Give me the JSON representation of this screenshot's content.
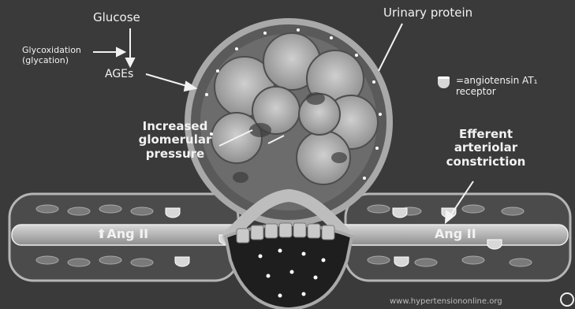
{
  "labels": {
    "glucose": "Glucose",
    "glycoxidation_line1": "Glycoxidation",
    "glycoxidation_line2": "(glycation)",
    "ages": "AGEs",
    "urinary_protein": "Urinary protein",
    "increased_pressure_line1": "Increased",
    "increased_pressure_line2": "glomerular",
    "increased_pressure_line3": "pressure",
    "efferent_line1": "Efferent",
    "efferent_line2": "arteriolar",
    "efferent_line3": "constriction",
    "legend_line1": "=angiotensin AT₁",
    "legend_line2": "receptor",
    "ang_left": "⬆Ang II",
    "ang_right": "Ang II",
    "watermark": "www.hypertensiononline.org"
  },
  "icons": {
    "receptor": "cup-receptor-icon",
    "corner": "circle-button-icon"
  },
  "colors": {
    "background": "#3a3a3a",
    "capsule": "#9c9c9c",
    "text": "#f2f2f2"
  }
}
